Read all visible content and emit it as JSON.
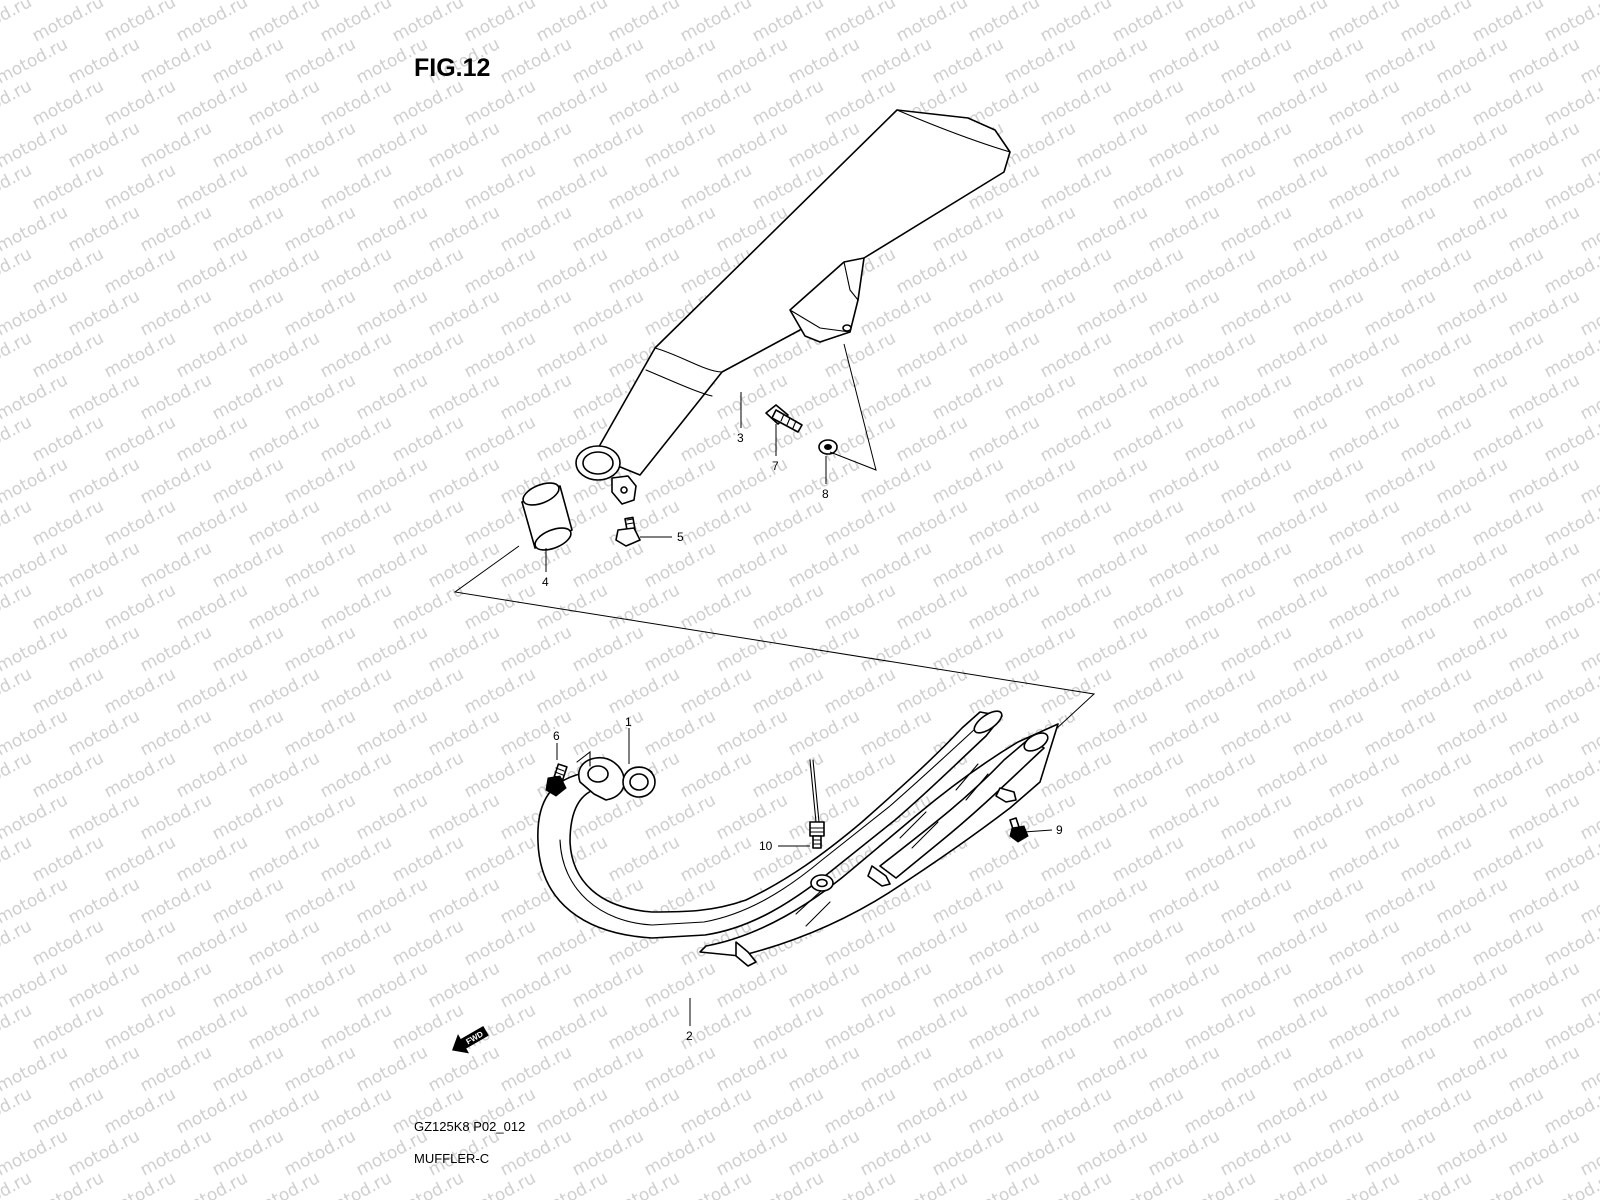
{
  "watermark": "motod.ru",
  "figure": {
    "title": "FIG.12",
    "code": "GZ125K8 P02_012",
    "name": "MUFFLER-C"
  },
  "direction_label": "FWD",
  "callouts": [
    {
      "id": "1",
      "part": "gasket"
    },
    {
      "id": "2",
      "part": "exhaust-pipe"
    },
    {
      "id": "3",
      "part": "muffler"
    },
    {
      "id": "4",
      "part": "connector-sleeve"
    },
    {
      "id": "5",
      "part": "clamp-bolt"
    },
    {
      "id": "6",
      "part": "flange-bolt"
    },
    {
      "id": "7",
      "part": "mount-bolt"
    },
    {
      "id": "8",
      "part": "washer"
    },
    {
      "id": "9",
      "part": "pipe-bolt"
    },
    {
      "id": "10",
      "part": "oxygen-sensor"
    }
  ]
}
